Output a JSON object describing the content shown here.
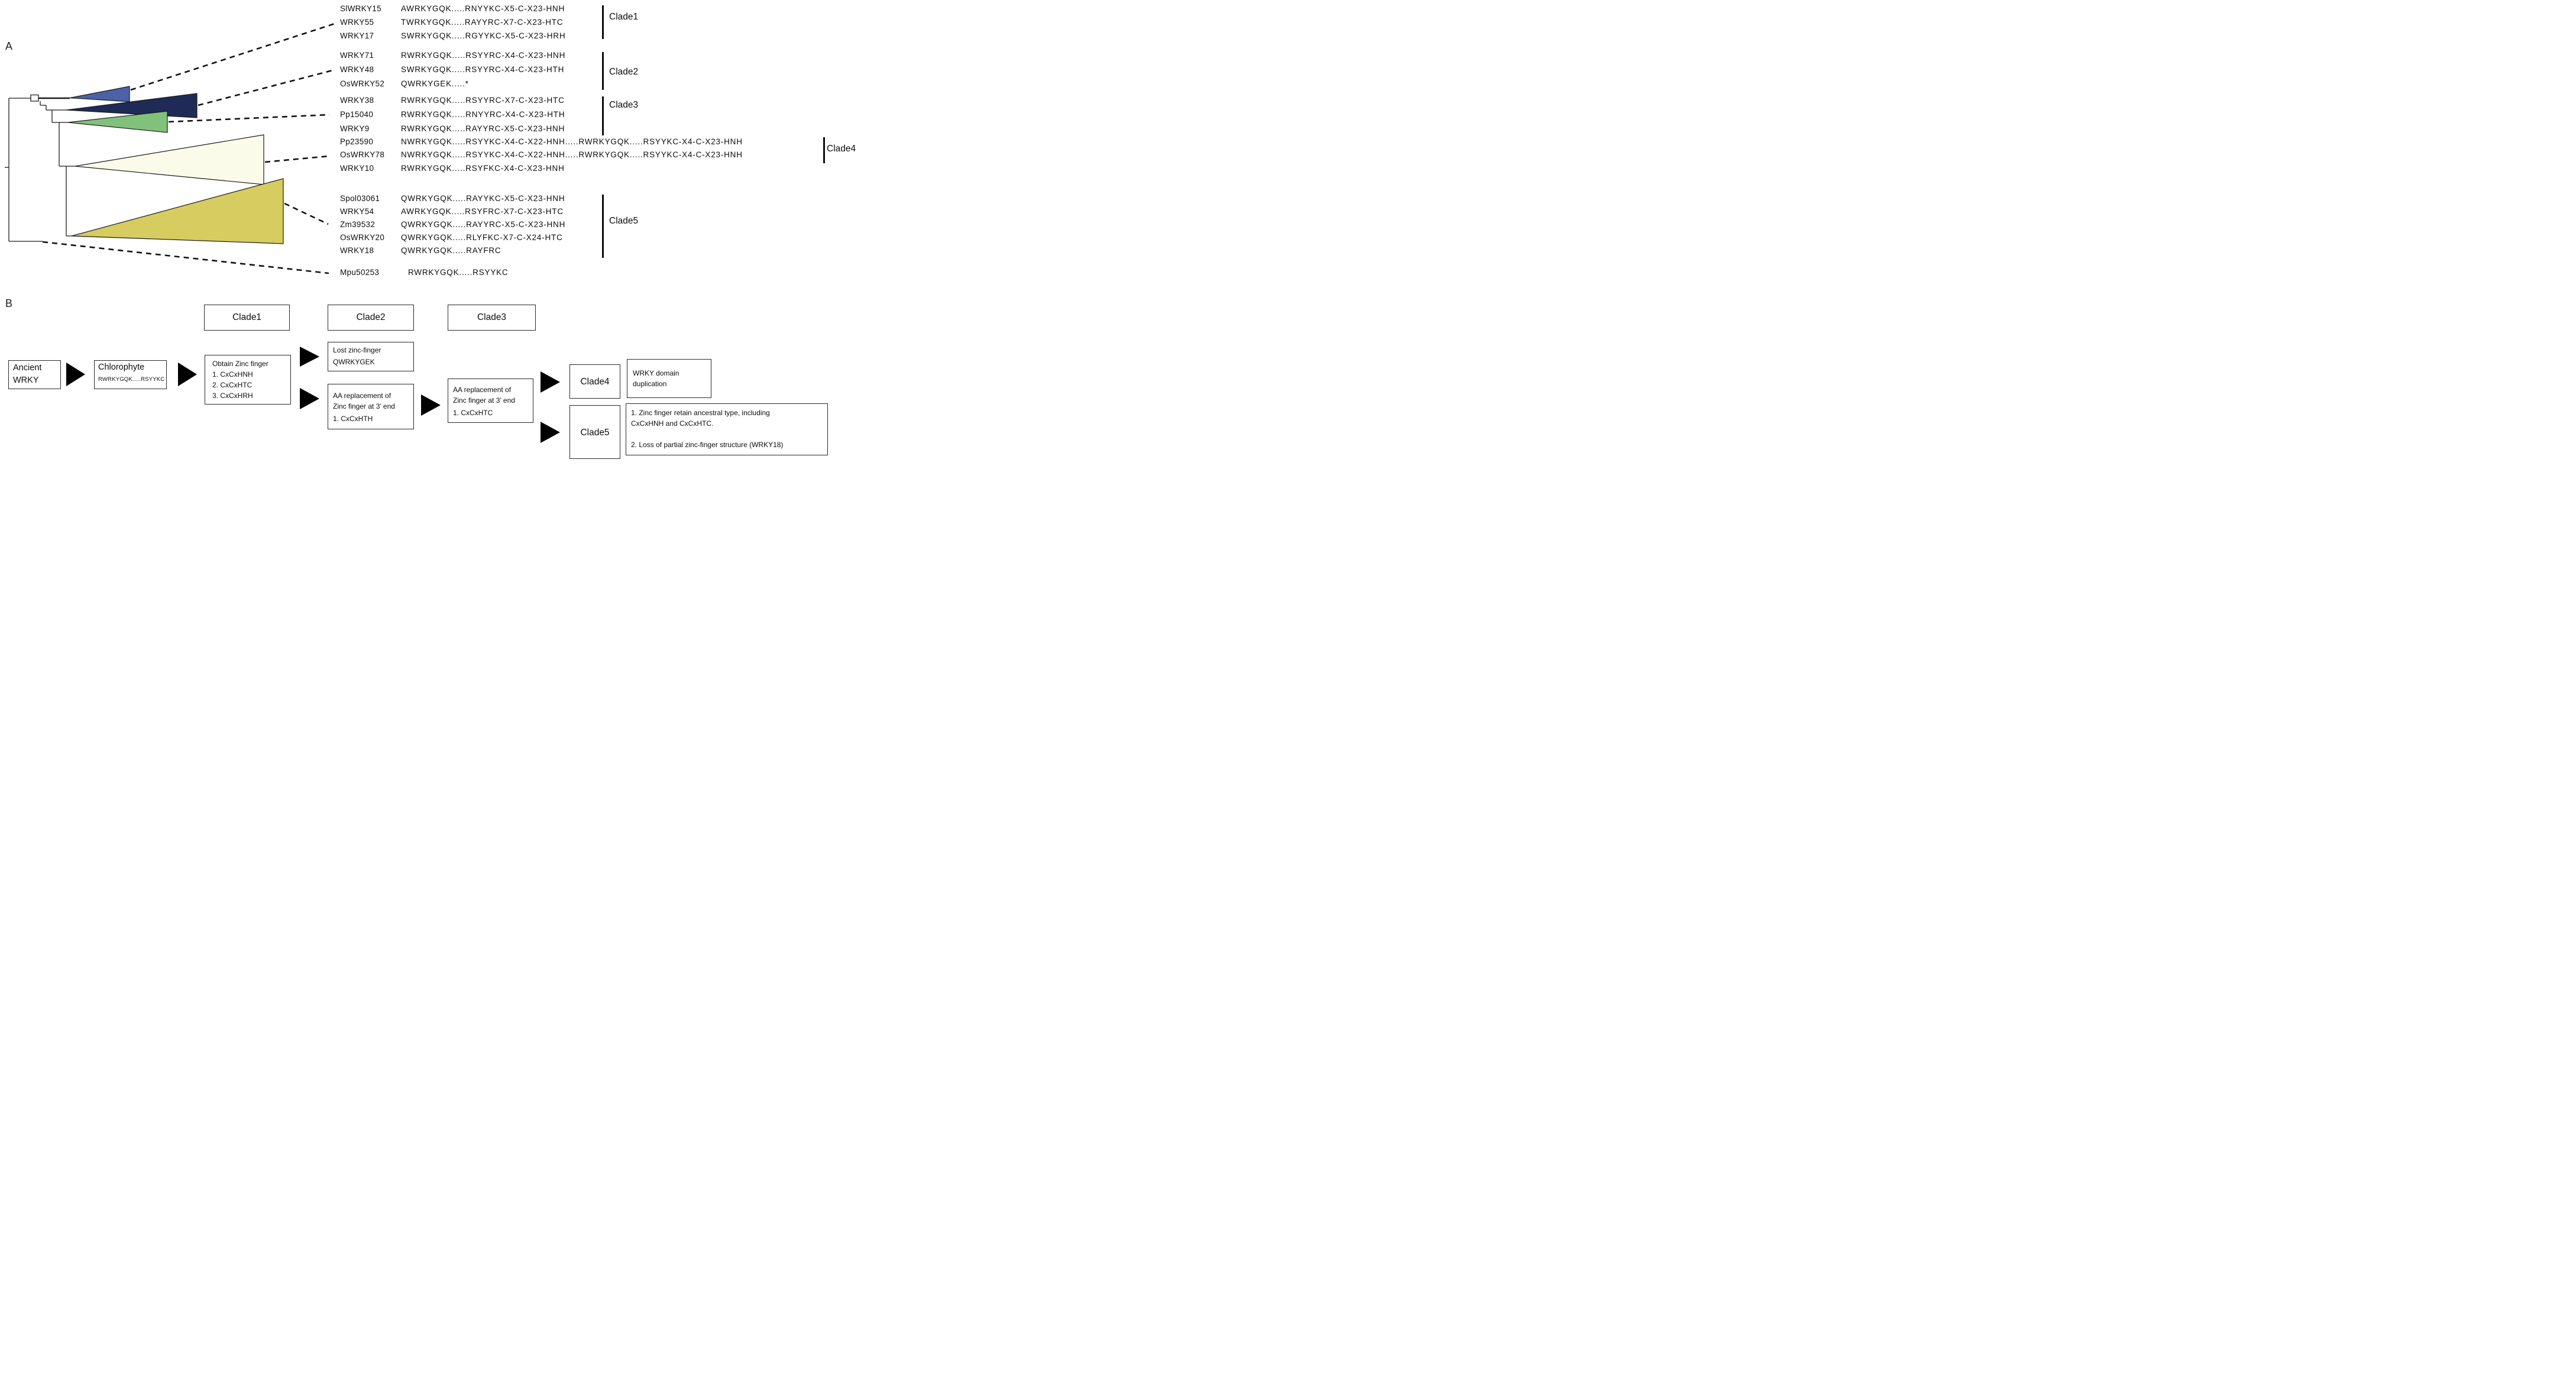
{
  "panel_a": {
    "label": "A",
    "clades": [
      {
        "label": "Clade1",
        "members": [
          {
            "name": "SlWRKY15",
            "seq": "AWRKYGQK.....RNYYKC-X5-C-X23-HNH"
          },
          {
            "name": "WRKY55",
            "seq": "TWRKYGQK.....RAYYRC-X7-C-X23-HTC"
          },
          {
            "name": "WRKY17",
            "seq": "SWRKYGQK.....RGYYKC-X5-C-X23-HRH"
          }
        ]
      },
      {
        "label": "Clade2",
        "members": [
          {
            "name": "WRKY71",
            "seq": "RWRKYGQK.....RSYYRC-X4-C-X23-HNH"
          },
          {
            "name": "WRKY48",
            "seq": "SWRKYGQK.....RSYYRC-X4-C-X23-HTH"
          },
          {
            "name": "OsWRKY52",
            "seq": "QWRKYGEK.....*"
          }
        ]
      },
      {
        "label": "Clade3",
        "members": [
          {
            "name": "WRKY38",
            "seq": "RWRKYGQK.....RSYYRC-X7-C-X23-HTC"
          },
          {
            "name": "Pp15040",
            "seq": "RWRKYGQK.....RNYYRC-X4-C-X23-HTH"
          },
          {
            "name": "WRKY9",
            "seq": "RWRKYGQK.....RAYYRC-X5-C-X23-HNH"
          }
        ]
      },
      {
        "label": "Clade4",
        "members": [
          {
            "name": "Pp23590",
            "seq": "NWRKYGQK.....RSYYKC-X4-C-X22-HNH.....RWRKYGQK.....RSYYKC-X4-C-X23-HNH"
          },
          {
            "name": "OsWRKY78",
            "seq": "NWRKYGQK.....RSYYKC-X4-C-X22-HNH.....RWRKYGQK.....RSYYKC-X4-C-X23-HNH"
          },
          {
            "name": "WRKY10",
            "seq": "RWRKYGQK.....RSYFKC-X4-C-X23-HNH"
          }
        ]
      },
      {
        "label": "Clade5",
        "members": [
          {
            "name": "Spol03061",
            "seq": "QWRKYGQK.....RAYYKC-X5-C-X23-HNH"
          },
          {
            "name": "WRKY54",
            "seq": "AWRKYGQK.....RSYFRC-X7-C-X23-HTC"
          },
          {
            "name": "Zm39532",
            "seq": "QWRKYGQK.....RAYYRC-X5-C-X23-HNH"
          },
          {
            "name": "OsWRKY20",
            "seq": "QWRKYGQK.....RLYFKC-X7-C-X24-HTC"
          },
          {
            "name": "WRKY18",
            "seq": "QWRKYGQK.....RAYFRC"
          }
        ]
      }
    ],
    "outgroup": {
      "name": "Mpu50253",
      "seq": "RWRKYGQK.....RSYYKC"
    },
    "tree": {
      "clade_colors": {
        "clade1": "#4d61a8",
        "clade2": "#1f2a56",
        "clade3": "#82c17b",
        "clade4": "#fafbe9",
        "clade5": "#d6cc5f"
      },
      "line_color": "#1a1a1a"
    }
  },
  "panel_b": {
    "label": "B",
    "clade_headers": [
      "Clade1",
      "Clade2",
      "Clade3"
    ],
    "nodes": {
      "ancient": {
        "lines": [
          "Ancient",
          "WRKY"
        ]
      },
      "chlorophyte": {
        "title": "Chlorophyte",
        "seq": "RWRKYGQK.....RSYYKC"
      },
      "obtain": {
        "lines": [
          "Obtain Zinc finger",
          "1. CxCxHNH",
          "2. CxCxHTC",
          "3. CxCxHRH"
        ]
      },
      "lost": {
        "lines": [
          "Lost zinc-finger",
          "QWRKYGEK"
        ]
      },
      "aa1": {
        "lines": [
          "AA replacement of",
          "Zinc finger at 3’ end",
          "1. CxCxHTH"
        ]
      },
      "aa2": {
        "lines": [
          "AA replacement of",
          "Zinc finger at 3’ end",
          "1. CxCxHTC"
        ]
      },
      "clade4": {
        "label": "Clade4"
      },
      "clade4_note": {
        "lines": [
          "WRKY domain",
          "duplication"
        ]
      },
      "clade5": {
        "label": "Clade5"
      },
      "clade5_note": {
        "lines": [
          "1. Zinc finger retain ancestral type, including",
          "CxCxHNH and CxCxHTC.",
          "2. Loss of partial zinc-finger structure (WRKY18)"
        ]
      }
    }
  }
}
